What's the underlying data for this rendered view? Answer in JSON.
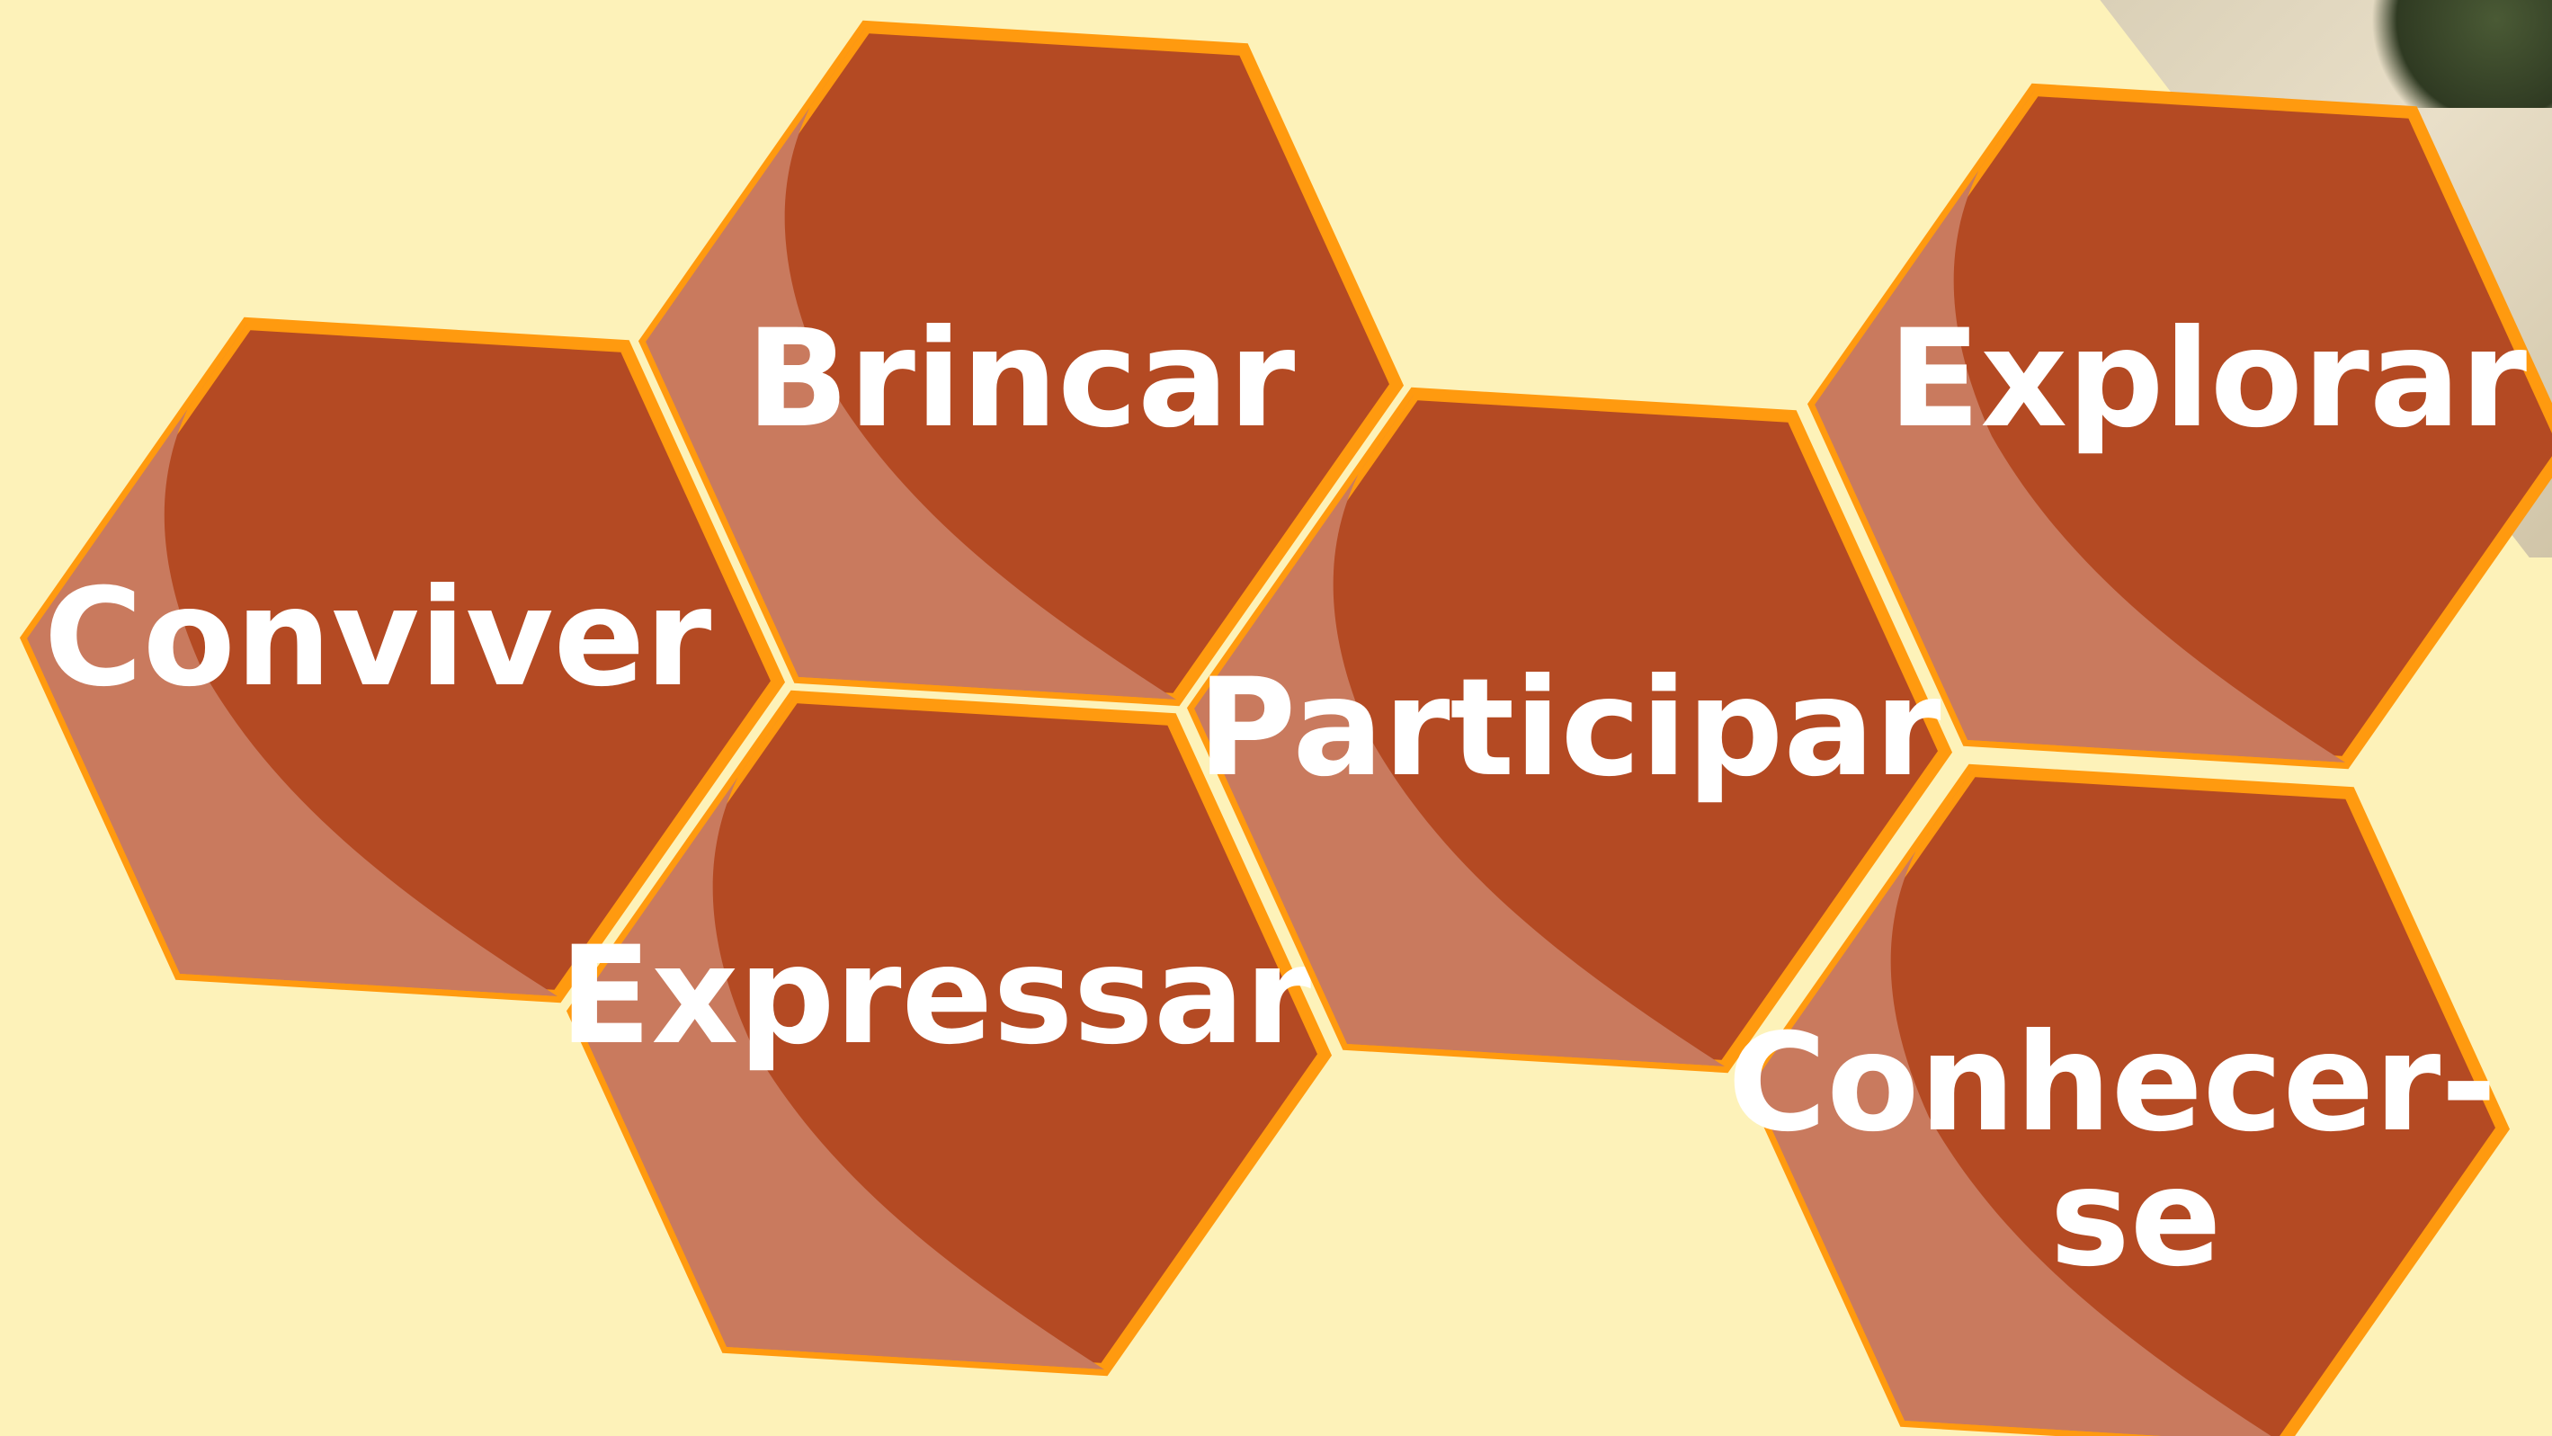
{
  "colors": {
    "background": "#fdf2b9",
    "hex_fill": "#b44a23",
    "hex_highlight": "#c97a5e",
    "hex_border": "#ff9a0f",
    "label_text": "#ffffff"
  },
  "hexagons": [
    {
      "id": "conviver",
      "label_lines": [
        "Conviver"
      ]
    },
    {
      "id": "brincar",
      "label_lines": [
        "Brincar"
      ]
    },
    {
      "id": "expressar",
      "label_lines": [
        "Expressar"
      ]
    },
    {
      "id": "participar",
      "label_lines": [
        "Participar"
      ]
    },
    {
      "id": "explorar",
      "label_lines": [
        "Explorar"
      ]
    },
    {
      "id": "conhecer-se",
      "label_lines": [
        "Conhecer-",
        "se"
      ]
    }
  ]
}
